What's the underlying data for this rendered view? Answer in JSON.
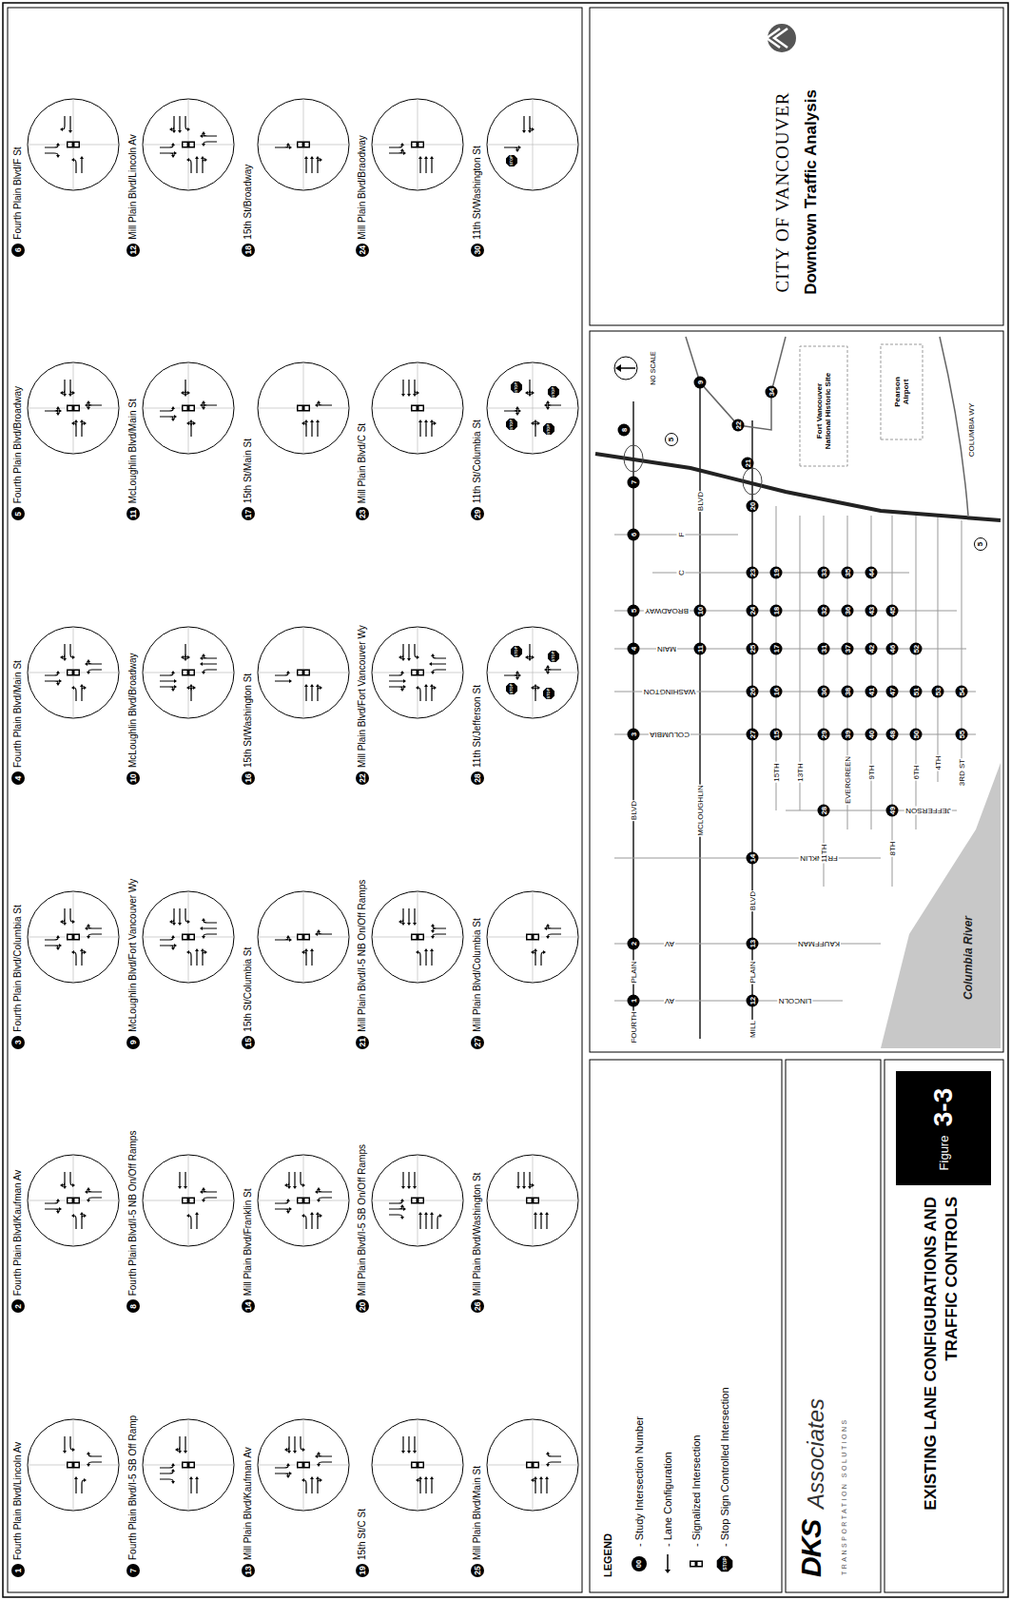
{
  "diagram": {
    "title": "EXISTING LANE CONFIGURATIONS AND TRAFFIC CONTROLS",
    "nodes": [
      {
        "text": [
          "1",
          "Fourth Plain Blvd/Lincoln Av"
        ]
      },
      {
        "text": [
          "2",
          "Fourth Plain Blvd/Kaufman Av"
        ]
      },
      {
        "text": [
          "3",
          "Fourth Plain Blvd/Columbia St"
        ]
      },
      {
        "text": [
          "4",
          "Fourth Plain Blvd/Main St"
        ]
      },
      {
        "text": [
          "5",
          "Fourth Plain Blvd/Broadway"
        ]
      },
      {
        "text": [
          "6",
          "Fourth Plain Blvd/F St"
        ]
      },
      {
        "text": [
          "7",
          "Fourth Plain Blvd/I-5 SB Off Ramp"
        ]
      },
      {
        "text": [
          "8",
          "Fourth Plain Blvd/I-5 NB On/Off Ramps"
        ]
      },
      {
        "text": [
          "9",
          "McLoughlin Blvd/Fort Vancouver Wy"
        ]
      },
      {
        "text": [
          "10",
          "McLoughlin Blvd/Broadway"
        ]
      },
      {
        "text": [
          "11",
          "McLoughlin Blvd/Main St"
        ]
      },
      {
        "text": [
          "12",
          "Mill Plain Blvd/Lincoln Av"
        ]
      },
      {
        "text": [
          "13",
          "Mill Plain Blvd/Kaufman Av"
        ]
      },
      {
        "text": [
          "14",
          "Mill Plain Blvd/Franklin St"
        ]
      },
      {
        "text": [
          "15",
          "15th St/Columbia St"
        ]
      },
      {
        "text": [
          "16",
          "15th St/Washington St"
        ]
      },
      {
        "text": [
          "17",
          "15th St/Main St"
        ]
      },
      {
        "text": [
          "18",
          "15th St/Broadway"
        ]
      },
      {
        "text": [
          "19",
          "15th St/C St"
        ]
      },
      {
        "text": [
          "20",
          "Mill Plain Blvd/I-5 SB On/Off Ramps"
        ]
      },
      {
        "text": [
          "21",
          "Mill Plain Blvd/I-5 NB On/Off Ramps"
        ]
      },
      {
        "text": [
          "22",
          "Mill Plain Blvd/Fort Vancouver Wy"
        ]
      },
      {
        "text": [
          "23",
          "Mill Plain Blvd/C St"
        ]
      },
      {
        "text": [
          "24",
          "Mill Plain Blvd/Braodway"
        ]
      },
      {
        "text": [
          "25",
          "Mill Plain Blvd/Main St"
        ]
      },
      {
        "text": [
          "26",
          "Mill Plain Blvd/Washington St"
        ]
      },
      {
        "text": [
          "27",
          "Mill Plain Blvd/Columbia St"
        ]
      },
      {
        "text": [
          "28",
          "11th St/Jefferson St"
        ]
      },
      {
        "text": [
          "29",
          "11th St/Columbia St"
        ]
      },
      {
        "text": [
          "30",
          "11th St/Washington St"
        ]
      }
    ],
    "labels": [
      "CITY OF VANCOUVER",
      "Downtown Traffic Analysis",
      "LEGEND",
      "00",
      "STOP",
      "DKS",
      "Associates",
      "TRANSPORTATION SOLUTIONS",
      "Figure",
      "3-3",
      "NO SCALE",
      "1",
      "2",
      "3",
      "4",
      "5",
      "6",
      "7",
      "8",
      "9",
      "10",
      "11",
      "12",
      "13",
      "14",
      "15",
      "16",
      "17",
      "18",
      "19",
      "20",
      "21",
      "22",
      "23",
      "24",
      "25",
      "26",
      "27",
      "28",
      "29",
      "30",
      "31",
      "32",
      "33",
      "34",
      "35",
      "36",
      "37",
      "38",
      "39",
      "40",
      "41",
      "42",
      "43",
      "44",
      "45",
      "46",
      "47",
      "48",
      "49",
      "50",
      "51",
      "52",
      "53",
      "54",
      "55",
      "FOURTH",
      "PLAIN",
      "BLVD",
      "AV",
      "LINCOLN",
      "AV",
      "KAUFFMAN",
      "FRANKLIN",
      "JEFFERSON",
      "COLUMBIA",
      "WASHINGTON",
      "MAIN",
      "BROADWAY",
      "C",
      "F",
      "MCLOUGHLIN",
      "BLVD",
      "MILL",
      "PLAIN",
      "BLVD",
      "15TH",
      "13TH",
      "11TH",
      "EVERGREEN",
      "9TH",
      "8TH",
      "6TH",
      "4TH",
      "3RD ST",
      "COLUMBIA WY",
      "Fort Vancouver National Historic Site",
      "Pearson Airport",
      "Columbia River",
      "5",
      "5",
      "STOP",
      "STOP",
      "STOP",
      "STOP",
      "STOP",
      "STOP",
      "STOP",
      "STOP",
      "STOP"
    ],
    "legend": [
      {
        "text": "- Study Intersection Number"
      },
      {
        "text": "- Lane Configuration"
      },
      {
        "text": "- Signalized Intersection"
      },
      {
        "text": "- Stop Sign Controlled Intersection"
      }
    ]
  }
}
